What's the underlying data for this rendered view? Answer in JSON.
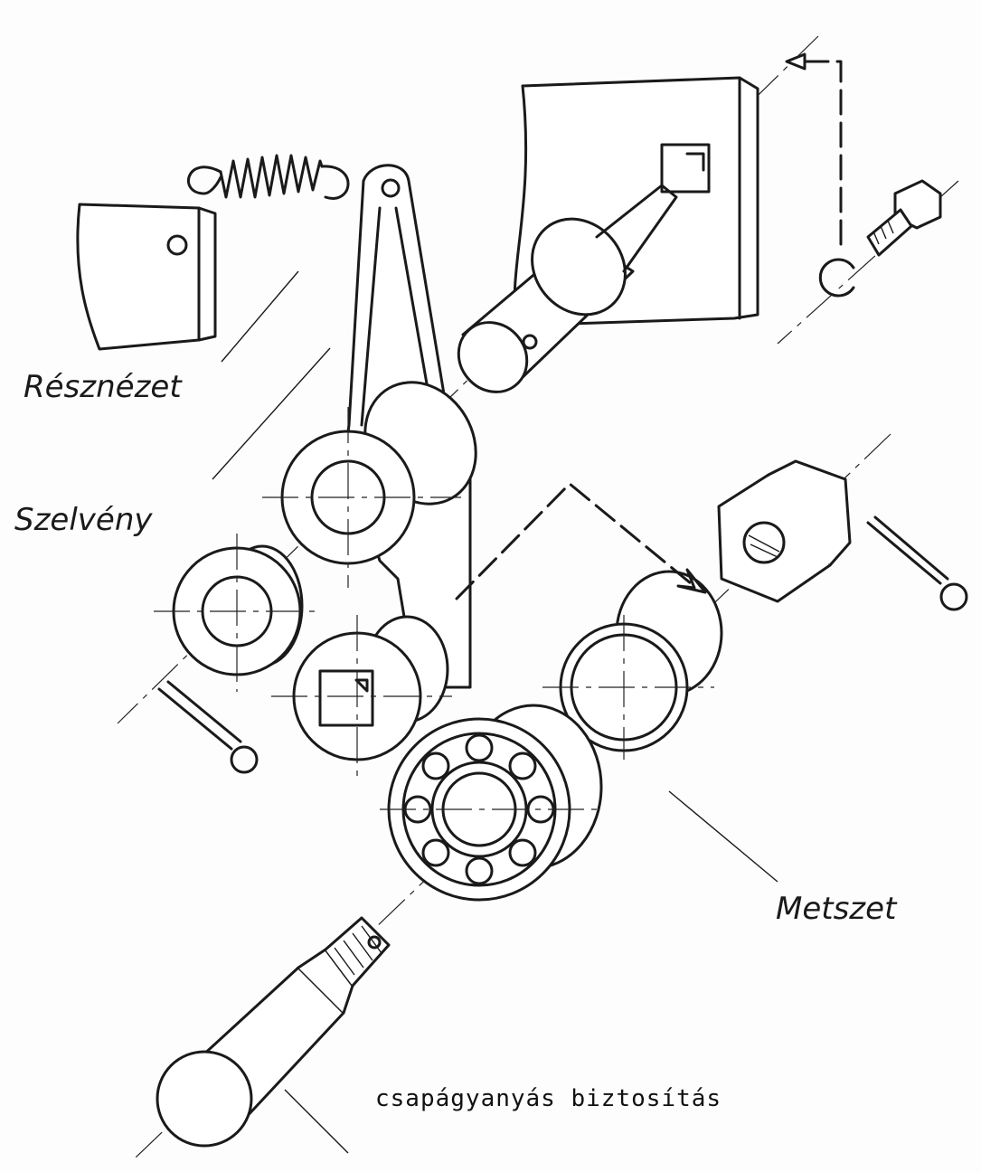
{
  "labels": {
    "partial_view": "Résznézet",
    "profile_section": "Szelvény",
    "section": "Metszet"
  },
  "caption": "csapágyanyás biztosítás"
}
